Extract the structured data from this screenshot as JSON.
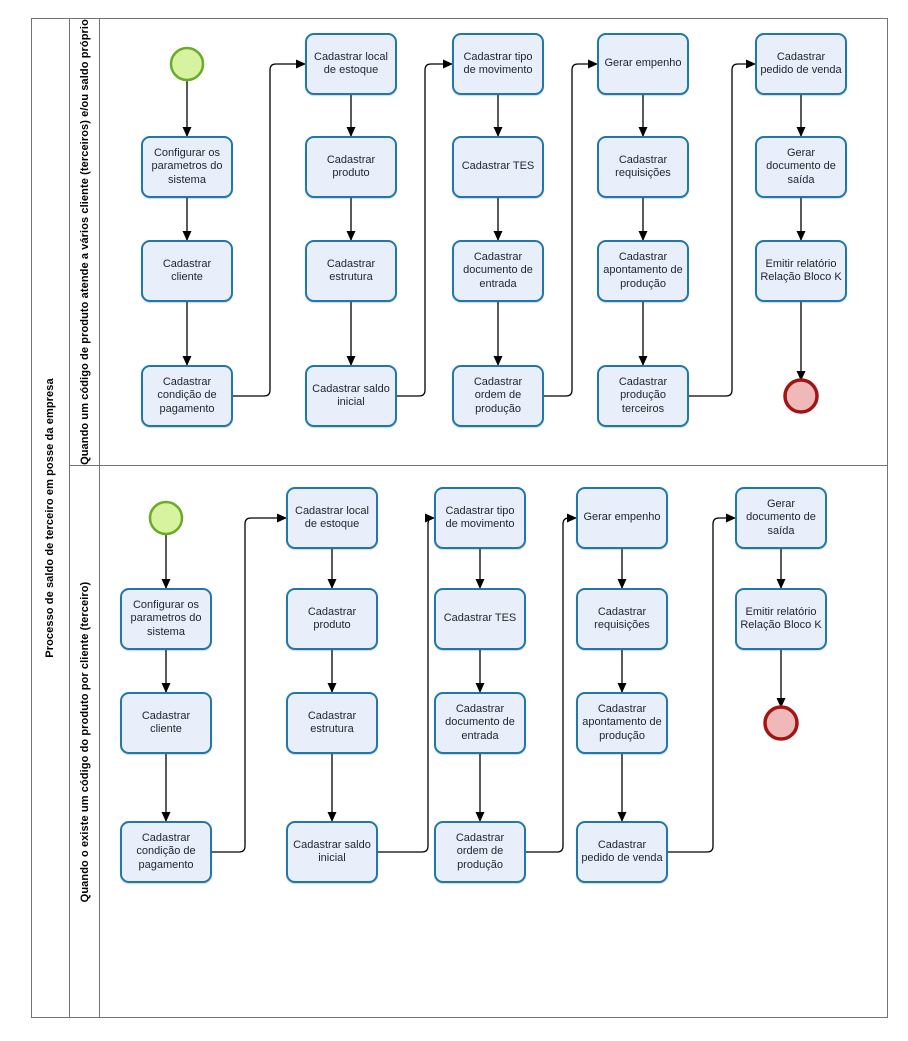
{
  "pool": {
    "title": "Processo de saldo de terceiro em posse da empresa",
    "lanes": [
      {
        "label": "Quando um código de produto atende a vários cliente (terceiros) e/ou saldo próprio",
        "columns": [
          [
            {
              "type": "start"
            },
            {
              "type": "task",
              "label": "Configurar os parametros do sistema"
            },
            {
              "type": "task",
              "label": "Cadastrar cliente"
            },
            {
              "type": "task",
              "label": "Cadastrar condição de pagamento"
            }
          ],
          [
            {
              "type": "task",
              "label": "Cadastrar local de estoque"
            },
            {
              "type": "task",
              "label": "Cadastrar produto"
            },
            {
              "type": "task",
              "label": "Cadastrar estrutura"
            },
            {
              "type": "task",
              "label": "Cadastrar saldo inicial"
            }
          ],
          [
            {
              "type": "task",
              "label": "Cadastrar tipo de movimento"
            },
            {
              "type": "task",
              "label": "Cadastrar TES"
            },
            {
              "type": "task",
              "label": "Cadastrar documento de entrada"
            },
            {
              "type": "task",
              "label": "Cadastrar ordem de produção"
            }
          ],
          [
            {
              "type": "task",
              "label": "Gerar empenho"
            },
            {
              "type": "task",
              "label": "Cadastrar requisições"
            },
            {
              "type": "task",
              "label": "Cadastrar apontamento de produção"
            },
            {
              "type": "task",
              "label": "Cadastrar produção terceiros"
            }
          ],
          [
            {
              "type": "task",
              "label": "Cadastrar pedido de venda"
            },
            {
              "type": "task",
              "label": "Gerar documento de saída"
            },
            {
              "type": "task",
              "label": "Emitir relatório Relação Bloco K"
            },
            {
              "type": "end"
            }
          ]
        ]
      },
      {
        "label": "Quando o existe um código do produto por cliente (terceiro)",
        "columns": [
          [
            {
              "type": "start"
            },
            {
              "type": "task",
              "label": "Configurar os parametros do sistema"
            },
            {
              "type": "task",
              "label": "Cadastrar cliente"
            },
            {
              "type": "task",
              "label": "Cadastrar condição de pagamento"
            }
          ],
          [
            {
              "type": "task",
              "label": "Cadastrar local de estoque"
            },
            {
              "type": "task",
              "label": "Cadastrar produto"
            },
            {
              "type": "task",
              "label": "Cadastrar estrutura"
            },
            {
              "type": "task",
              "label": "Cadastrar saldo inicial"
            }
          ],
          [
            {
              "type": "task",
              "label": "Cadastrar tipo de movimento"
            },
            {
              "type": "task",
              "label": "Cadastrar TES"
            },
            {
              "type": "task",
              "label": "Cadastrar documento de entrada"
            },
            {
              "type": "task",
              "label": "Cadastrar ordem de produção"
            }
          ],
          [
            {
              "type": "task",
              "label": "Gerar empenho"
            },
            {
              "type": "task",
              "label": "Cadastrar requisições"
            },
            {
              "type": "task",
              "label": "Cadastrar apontamento de produção"
            },
            {
              "type": "task",
              "label": "Cadastrar pedido de venda"
            }
          ],
          [
            {
              "type": "task",
              "label": "Gerar documento de saída"
            },
            {
              "type": "task",
              "label": "Emitir relatório Relação Bloco K"
            },
            {
              "type": "end"
            }
          ]
        ]
      }
    ],
    "colors": {
      "task_fill": "#e9eefb",
      "task_border": "#2178a8",
      "task_text": "#1d2430",
      "start_fill": "#d7f3a0",
      "start_border": "#68ac28",
      "end_fill": "#f0b9b9",
      "end_border": "#a31414",
      "connector": "#000000",
      "frame": "#737373"
    }
  }
}
